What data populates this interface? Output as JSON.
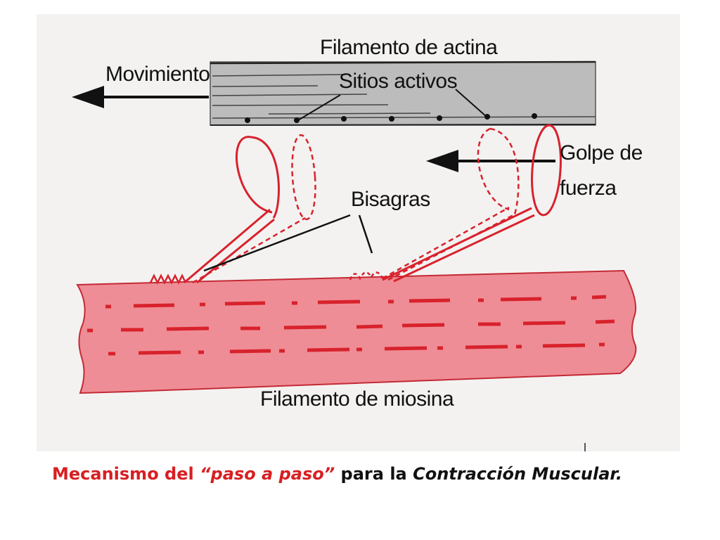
{
  "figure": {
    "labels": {
      "actin": "Filamento de actina",
      "movement": "Movimiento",
      "active_sites": "Sitios activos",
      "power_stroke_line1": "Golpe de",
      "power_stroke_line2": "fuerza",
      "hinges": "Bisagras",
      "myosin": "Filamento de miosina"
    },
    "colors": {
      "actin_fill": "#bdbcbc",
      "myosin_fill": "#ef8d96",
      "myosin_dash": "#d8222c",
      "head_stroke": "#d8222c",
      "ink": "#111111"
    }
  },
  "caption": {
    "part1": "Mecanismo del ",
    "part2": "“paso a paso”",
    "part3": " para la ",
    "part4": "Contracción Muscular.",
    "color_accent": "#d71f22"
  }
}
